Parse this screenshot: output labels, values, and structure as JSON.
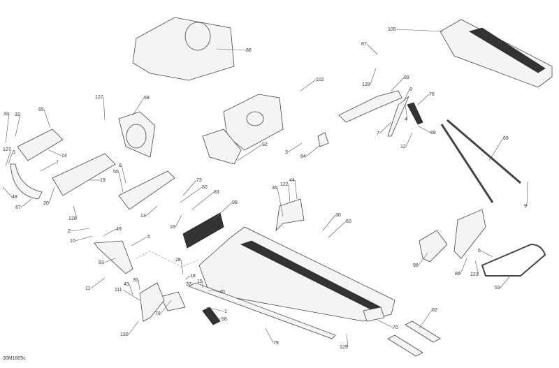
{
  "diagram_code": "30M1609c",
  "callouts": [
    "88",
    "105",
    "87",
    "128",
    "89",
    "8",
    "76",
    "4",
    "7",
    "68",
    "12",
    "69",
    "9",
    "102",
    "92",
    "3",
    "64",
    "127",
    "68",
    "33",
    "32",
    "65",
    "14",
    "127",
    "5",
    "7",
    "20",
    "48",
    "67",
    "19",
    "8",
    "55",
    "126",
    "73",
    "50",
    "83",
    "13",
    "16",
    "99",
    "36",
    "122",
    "44",
    "30",
    "60",
    "2",
    "49",
    "10",
    "5",
    "93",
    "28",
    "18",
    "37",
    "15",
    "40",
    "11",
    "35",
    "43",
    "111",
    "78",
    "1",
    "58",
    "130",
    "79",
    "129",
    "70",
    "62",
    "98",
    "86",
    "6",
    "123",
    "53"
  ]
}
